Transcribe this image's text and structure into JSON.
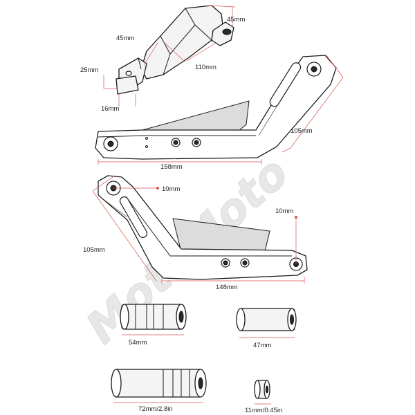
{
  "watermark": "MotoMoto",
  "colors": {
    "dimension_line": "#d9534f",
    "outline": "#1a1a1a",
    "watermark": "#e7e7e7"
  },
  "dimensions": {
    "top_bracket_width": "45mm",
    "top_bracket_height": "45mm",
    "top_bracket_length": "110mm",
    "top_bracket_drop": "25mm",
    "top_bracket_foot": "16mm",
    "upper_plate_length": "158mm",
    "upper_plate_height": "105mm",
    "lower_plate_hole": "10mm",
    "lower_plate_offset": "10mm",
    "lower_plate_height": "105mm",
    "lower_plate_length": "148mm",
    "spacer_long": "54mm",
    "spacer_short": "47mm",
    "peg": "72mm/2.8in",
    "small_spacer": "11mm/0.45in"
  }
}
